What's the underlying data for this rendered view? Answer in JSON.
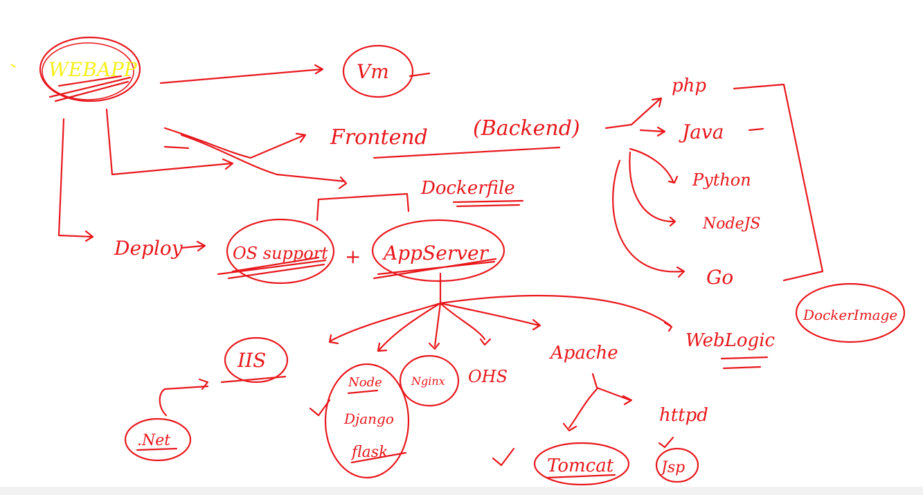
{
  "labels": {
    "webapp": "WEBAPP",
    "vm": "Vm",
    "frontend": "Frontend",
    "backend": "(Backend)",
    "php": "php",
    "java": "Java",
    "python": "Python",
    "nodejs": "NodeJS",
    "go": "Go",
    "dockerfile": "Dockerfile",
    "deploy": "Deploy",
    "os_support": "OS support",
    "plus": "+",
    "app_server": "AppServer",
    "docker_image": "DockerImage",
    "weblogic": "WebLogic",
    "iis": "IIS",
    "dotnet": ".Net",
    "nodejs_small": "Node",
    "django": "Django",
    "flask": "flask",
    "nginx": "Nginx",
    "ohs": "OHS",
    "apache": "Apache",
    "httpd": "httpd",
    "tomcat": "Tomcat",
    "jsp": "Jsp"
  },
  "colors": {
    "ink": "#e8161b",
    "highlight": "#f5ef1a",
    "background": "#ffffff"
  }
}
